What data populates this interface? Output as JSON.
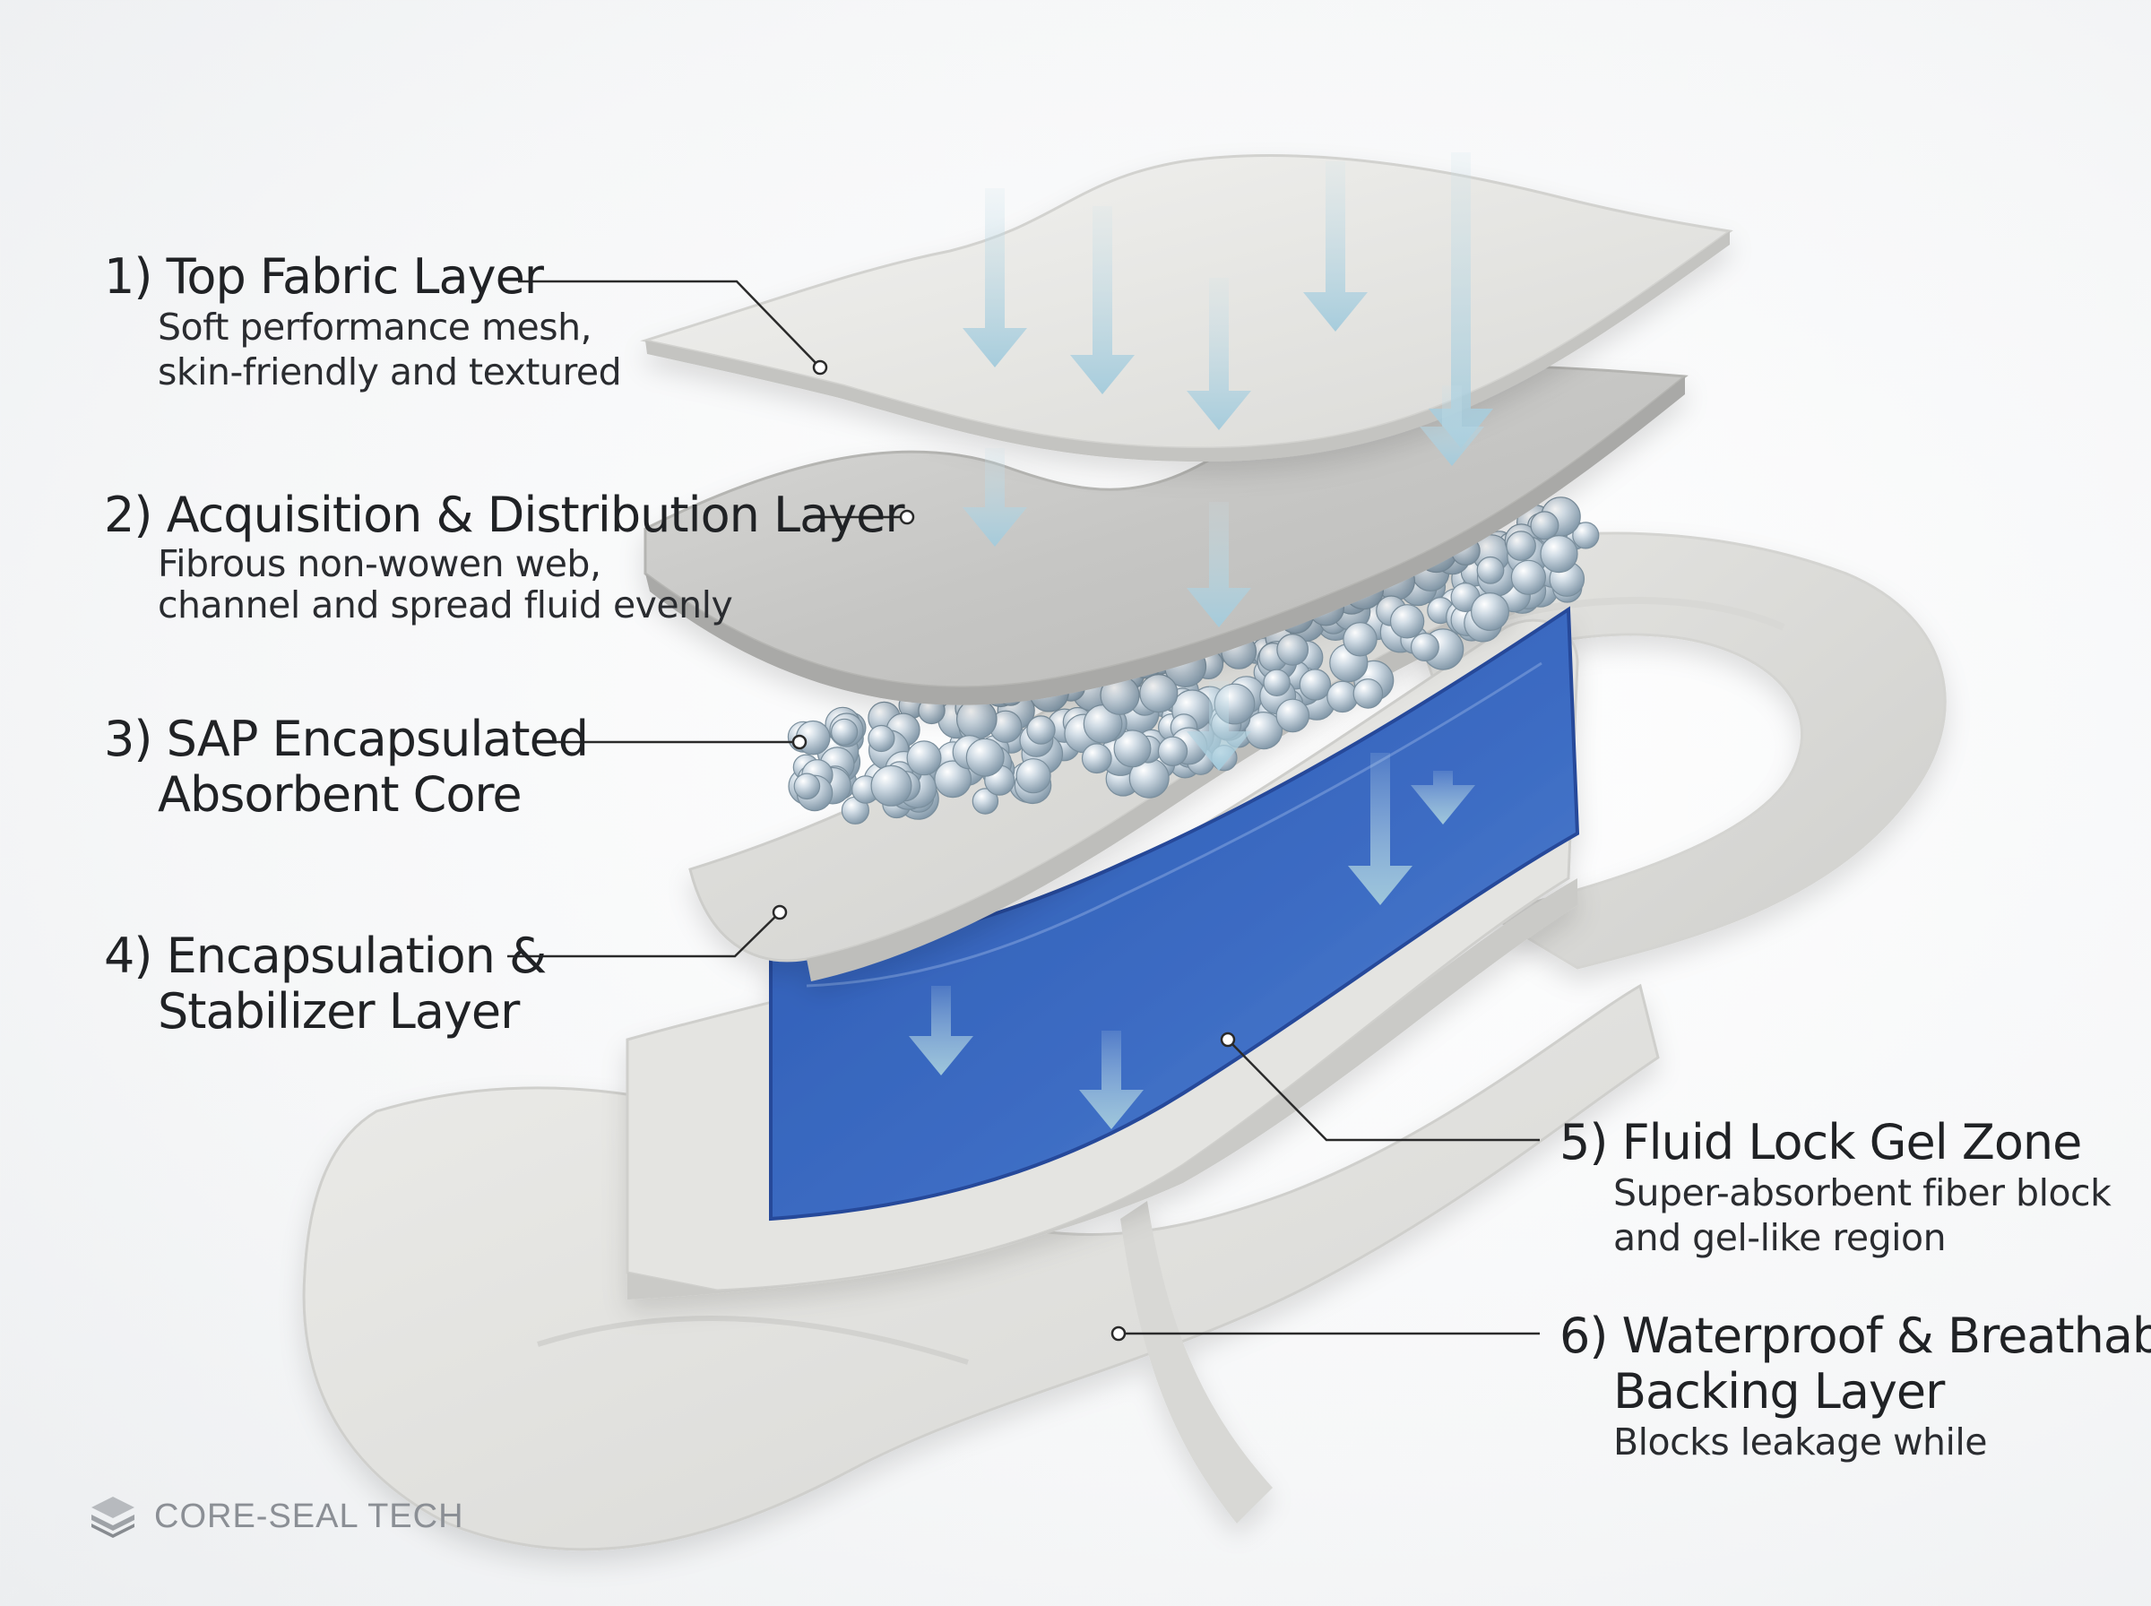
{
  "layers": [
    {
      "number": "1)",
      "title": "Top Fabric Layer",
      "title_line2": "",
      "desc": [
        "Soft performance mesh,",
        "skin-friendly and textured"
      ]
    },
    {
      "number": "2)",
      "title": "Acquisition & Distribution Layer",
      "title_line2": "",
      "desc": [
        "Fibrous non-wowen web,",
        "channel and spread fluid evenly"
      ]
    },
    {
      "number": "3)",
      "title": "SAP Encapsulated",
      "title_line2": "Absorbent Core",
      "desc": []
    },
    {
      "number": "4)",
      "title": "Encapsulation &",
      "title_line2": "Stabilizer Layer",
      "desc": []
    },
    {
      "number": "5)",
      "title": "Fluid Lock Gel Zone",
      "title_line2": "",
      "desc": [
        "Super-absorbent fiber block",
        "and gel-like region"
      ]
    },
    {
      "number": "6)",
      "title": "Waterproof & Breathable",
      "title_line2": "Backing Layer",
      "desc": [
        "Blocks leakage while"
      ]
    }
  ],
  "brand": {
    "name": "CORE-SEAL TECH",
    "icon": "stacked-layers-icon"
  },
  "colors": {
    "fabric": "#e9e9e7",
    "fabric_shadow": "#c9c9c6",
    "gel_blue": "#2f5fb8",
    "arrow": "#a9cddd",
    "bead": "#b8c8d4",
    "leader_line": "#2a2a2a",
    "text": "#202225"
  }
}
